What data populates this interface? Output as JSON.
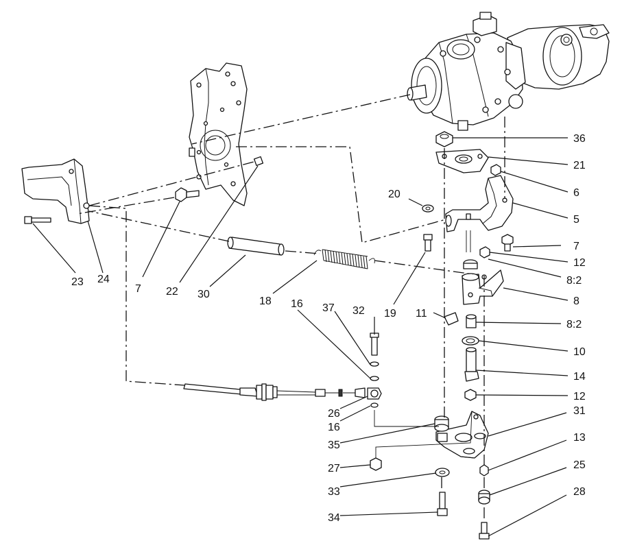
{
  "callouts": [
    {
      "id": "c36",
      "text": "36"
    },
    {
      "id": "c21",
      "text": "21"
    },
    {
      "id": "c6",
      "text": "6"
    },
    {
      "id": "c5",
      "text": "5"
    },
    {
      "id": "c20",
      "text": "20"
    },
    {
      "id": "c7a",
      "text": "7"
    },
    {
      "id": "c12a",
      "text": "12"
    },
    {
      "id": "c8_2a",
      "text": "8:2"
    },
    {
      "id": "c8",
      "text": "8"
    },
    {
      "id": "c11",
      "text": "11"
    },
    {
      "id": "c8_2b",
      "text": "8:2"
    },
    {
      "id": "c10",
      "text": "10"
    },
    {
      "id": "c14",
      "text": "14"
    },
    {
      "id": "c12b",
      "text": "12"
    },
    {
      "id": "c31",
      "text": "31"
    },
    {
      "id": "c13",
      "text": "13"
    },
    {
      "id": "c25",
      "text": "25"
    },
    {
      "id": "c28",
      "text": "28"
    },
    {
      "id": "c23",
      "text": "23"
    },
    {
      "id": "c24",
      "text": "24"
    },
    {
      "id": "c7b",
      "text": "7"
    },
    {
      "id": "c22",
      "text": "22"
    },
    {
      "id": "c30",
      "text": "30"
    },
    {
      "id": "c18",
      "text": "18"
    },
    {
      "id": "c19",
      "text": "19"
    },
    {
      "id": "c16a",
      "text": "16"
    },
    {
      "id": "c37",
      "text": "37"
    },
    {
      "id": "c32",
      "text": "32"
    },
    {
      "id": "c26",
      "text": "26"
    },
    {
      "id": "c16b",
      "text": "16"
    },
    {
      "id": "c35",
      "text": "35"
    },
    {
      "id": "c27",
      "text": "27"
    },
    {
      "id": "c33",
      "text": "33"
    },
    {
      "id": "c34",
      "text": "34"
    }
  ]
}
